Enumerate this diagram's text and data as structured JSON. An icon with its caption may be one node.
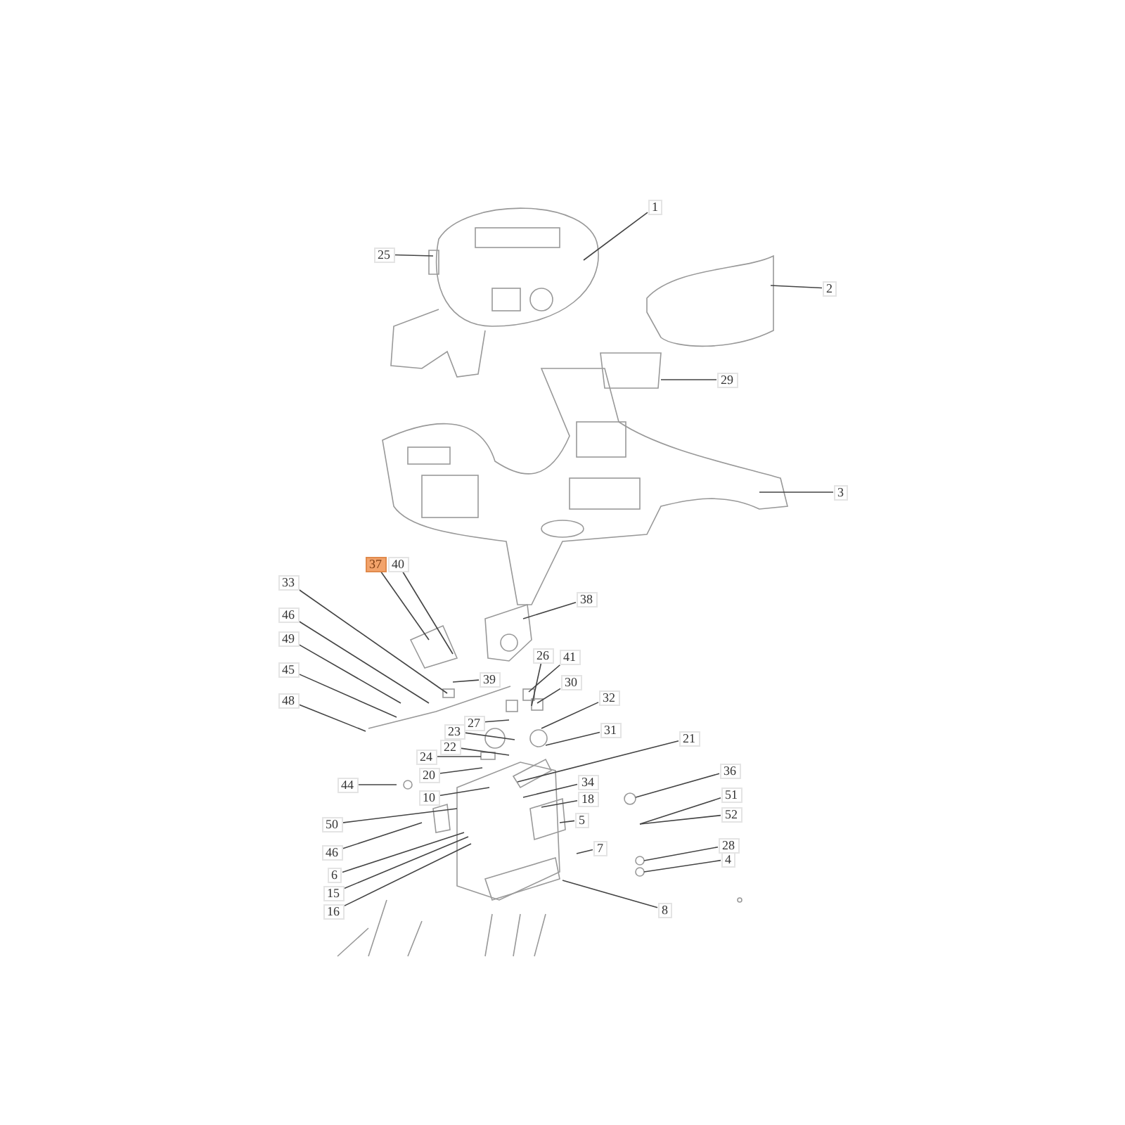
{
  "diagram": {
    "nodes": [
      {
        "text": [
          "1"
        ]
      },
      {
        "text": [
          "25"
        ]
      },
      {
        "text": [
          "2"
        ]
      },
      {
        "text": [
          "29"
        ]
      },
      {
        "text": [
          "3"
        ]
      },
      {
        "text": [
          "37"
        ]
      },
      {
        "text": [
          "40"
        ]
      },
      {
        "text": [
          "38"
        ]
      },
      {
        "text": [
          "33"
        ]
      },
      {
        "text": [
          "46"
        ]
      },
      {
        "text": [
          "49"
        ]
      },
      {
        "text": [
          "45"
        ]
      },
      {
        "text": [
          "48"
        ]
      },
      {
        "text": [
          "39"
        ]
      },
      {
        "text": [
          "26"
        ]
      },
      {
        "text": [
          "41"
        ]
      },
      {
        "text": [
          "30"
        ]
      },
      {
        "text": [
          "32"
        ]
      },
      {
        "text": [
          "27"
        ]
      },
      {
        "text": [
          "23"
        ]
      },
      {
        "text": [
          "22"
        ]
      },
      {
        "text": [
          "31"
        ]
      },
      {
        "text": [
          "21"
        ]
      },
      {
        "text": [
          "24"
        ]
      },
      {
        "text": [
          "20"
        ]
      },
      {
        "text": [
          "44"
        ]
      },
      {
        "text": [
          "10"
        ]
      },
      {
        "text": [
          "34"
        ]
      },
      {
        "text": [
          "36"
        ]
      },
      {
        "text": [
          "18"
        ]
      },
      {
        "text": [
          "50"
        ]
      },
      {
        "text": [
          "5"
        ]
      },
      {
        "text": [
          "51"
        ]
      },
      {
        "text": [
          "52"
        ]
      },
      {
        "text": [
          "46"
        ]
      },
      {
        "text": [
          "7"
        ]
      },
      {
        "text": [
          "28"
        ]
      },
      {
        "text": [
          "4"
        ]
      },
      {
        "text": [
          "6"
        ]
      },
      {
        "text": [
          "15"
        ]
      },
      {
        "text": [
          "16"
        ]
      },
      {
        "text": [
          "8"
        ]
      }
    ],
    "edges": [
      {
        "from": 0,
        "to": null,
        "arrow": "none"
      },
      {
        "from": 1,
        "to": null,
        "arrow": "none"
      },
      {
        "from": 2,
        "to": null,
        "arrow": "none"
      },
      {
        "from": 3,
        "to": null,
        "arrow": "none"
      },
      {
        "from": 4,
        "to": null,
        "arrow": "none"
      },
      {
        "from": 5,
        "to": null,
        "arrow": "none"
      },
      {
        "from": 6,
        "to": null,
        "arrow": "none"
      },
      {
        "from": 7,
        "to": null,
        "arrow": "none"
      },
      {
        "from": 8,
        "to": null,
        "arrow": "none"
      },
      {
        "from": 9,
        "to": null,
        "arrow": "none"
      },
      {
        "from": 10,
        "to": null,
        "arrow": "none"
      },
      {
        "from": 11,
        "to": null,
        "arrow": "none"
      },
      {
        "from": 12,
        "to": null,
        "arrow": "none"
      },
      {
        "from": 13,
        "to": null,
        "arrow": "none"
      },
      {
        "from": 14,
        "to": null,
        "arrow": "none"
      },
      {
        "from": 15,
        "to": null,
        "arrow": "none"
      },
      {
        "from": 16,
        "to": null,
        "arrow": "none"
      },
      {
        "from": 17,
        "to": null,
        "arrow": "none"
      },
      {
        "from": 18,
        "to": null,
        "arrow": "none"
      },
      {
        "from": 19,
        "to": null,
        "arrow": "none"
      },
      {
        "from": 20,
        "to": null,
        "arrow": "none"
      },
      {
        "from": 21,
        "to": null,
        "arrow": "none"
      },
      {
        "from": 22,
        "to": null,
        "arrow": "none"
      },
      {
        "from": 23,
        "to": null,
        "arrow": "none"
      },
      {
        "from": 24,
        "to": null,
        "arrow": "none"
      },
      {
        "from": 25,
        "to": null,
        "arrow": "none"
      },
      {
        "from": 26,
        "to": null,
        "arrow": "none"
      },
      {
        "from": 27,
        "to": null,
        "arrow": "none"
      },
      {
        "from": 28,
        "to": null,
        "arrow": "none"
      },
      {
        "from": 29,
        "to": null,
        "arrow": "none"
      },
      {
        "from": 30,
        "to": null,
        "arrow": "none"
      },
      {
        "from": 31,
        "to": null,
        "arrow": "none"
      },
      {
        "from": 32,
        "to": null,
        "arrow": "none"
      },
      {
        "from": 33,
        "to": null,
        "arrow": "none"
      },
      {
        "from": 34,
        "to": null,
        "arrow": "none"
      },
      {
        "from": 35,
        "to": null,
        "arrow": "none"
      },
      {
        "from": 36,
        "to": null,
        "arrow": "none"
      },
      {
        "from": 37,
        "to": null,
        "arrow": "none"
      },
      {
        "from": 38,
        "to": null,
        "arrow": "none"
      },
      {
        "from": 39,
        "to": null,
        "arrow": "none"
      },
      {
        "from": 40,
        "to": null,
        "arrow": "none"
      },
      {
        "from": 41,
        "to": null,
        "arrow": "none"
      }
    ]
  }
}
